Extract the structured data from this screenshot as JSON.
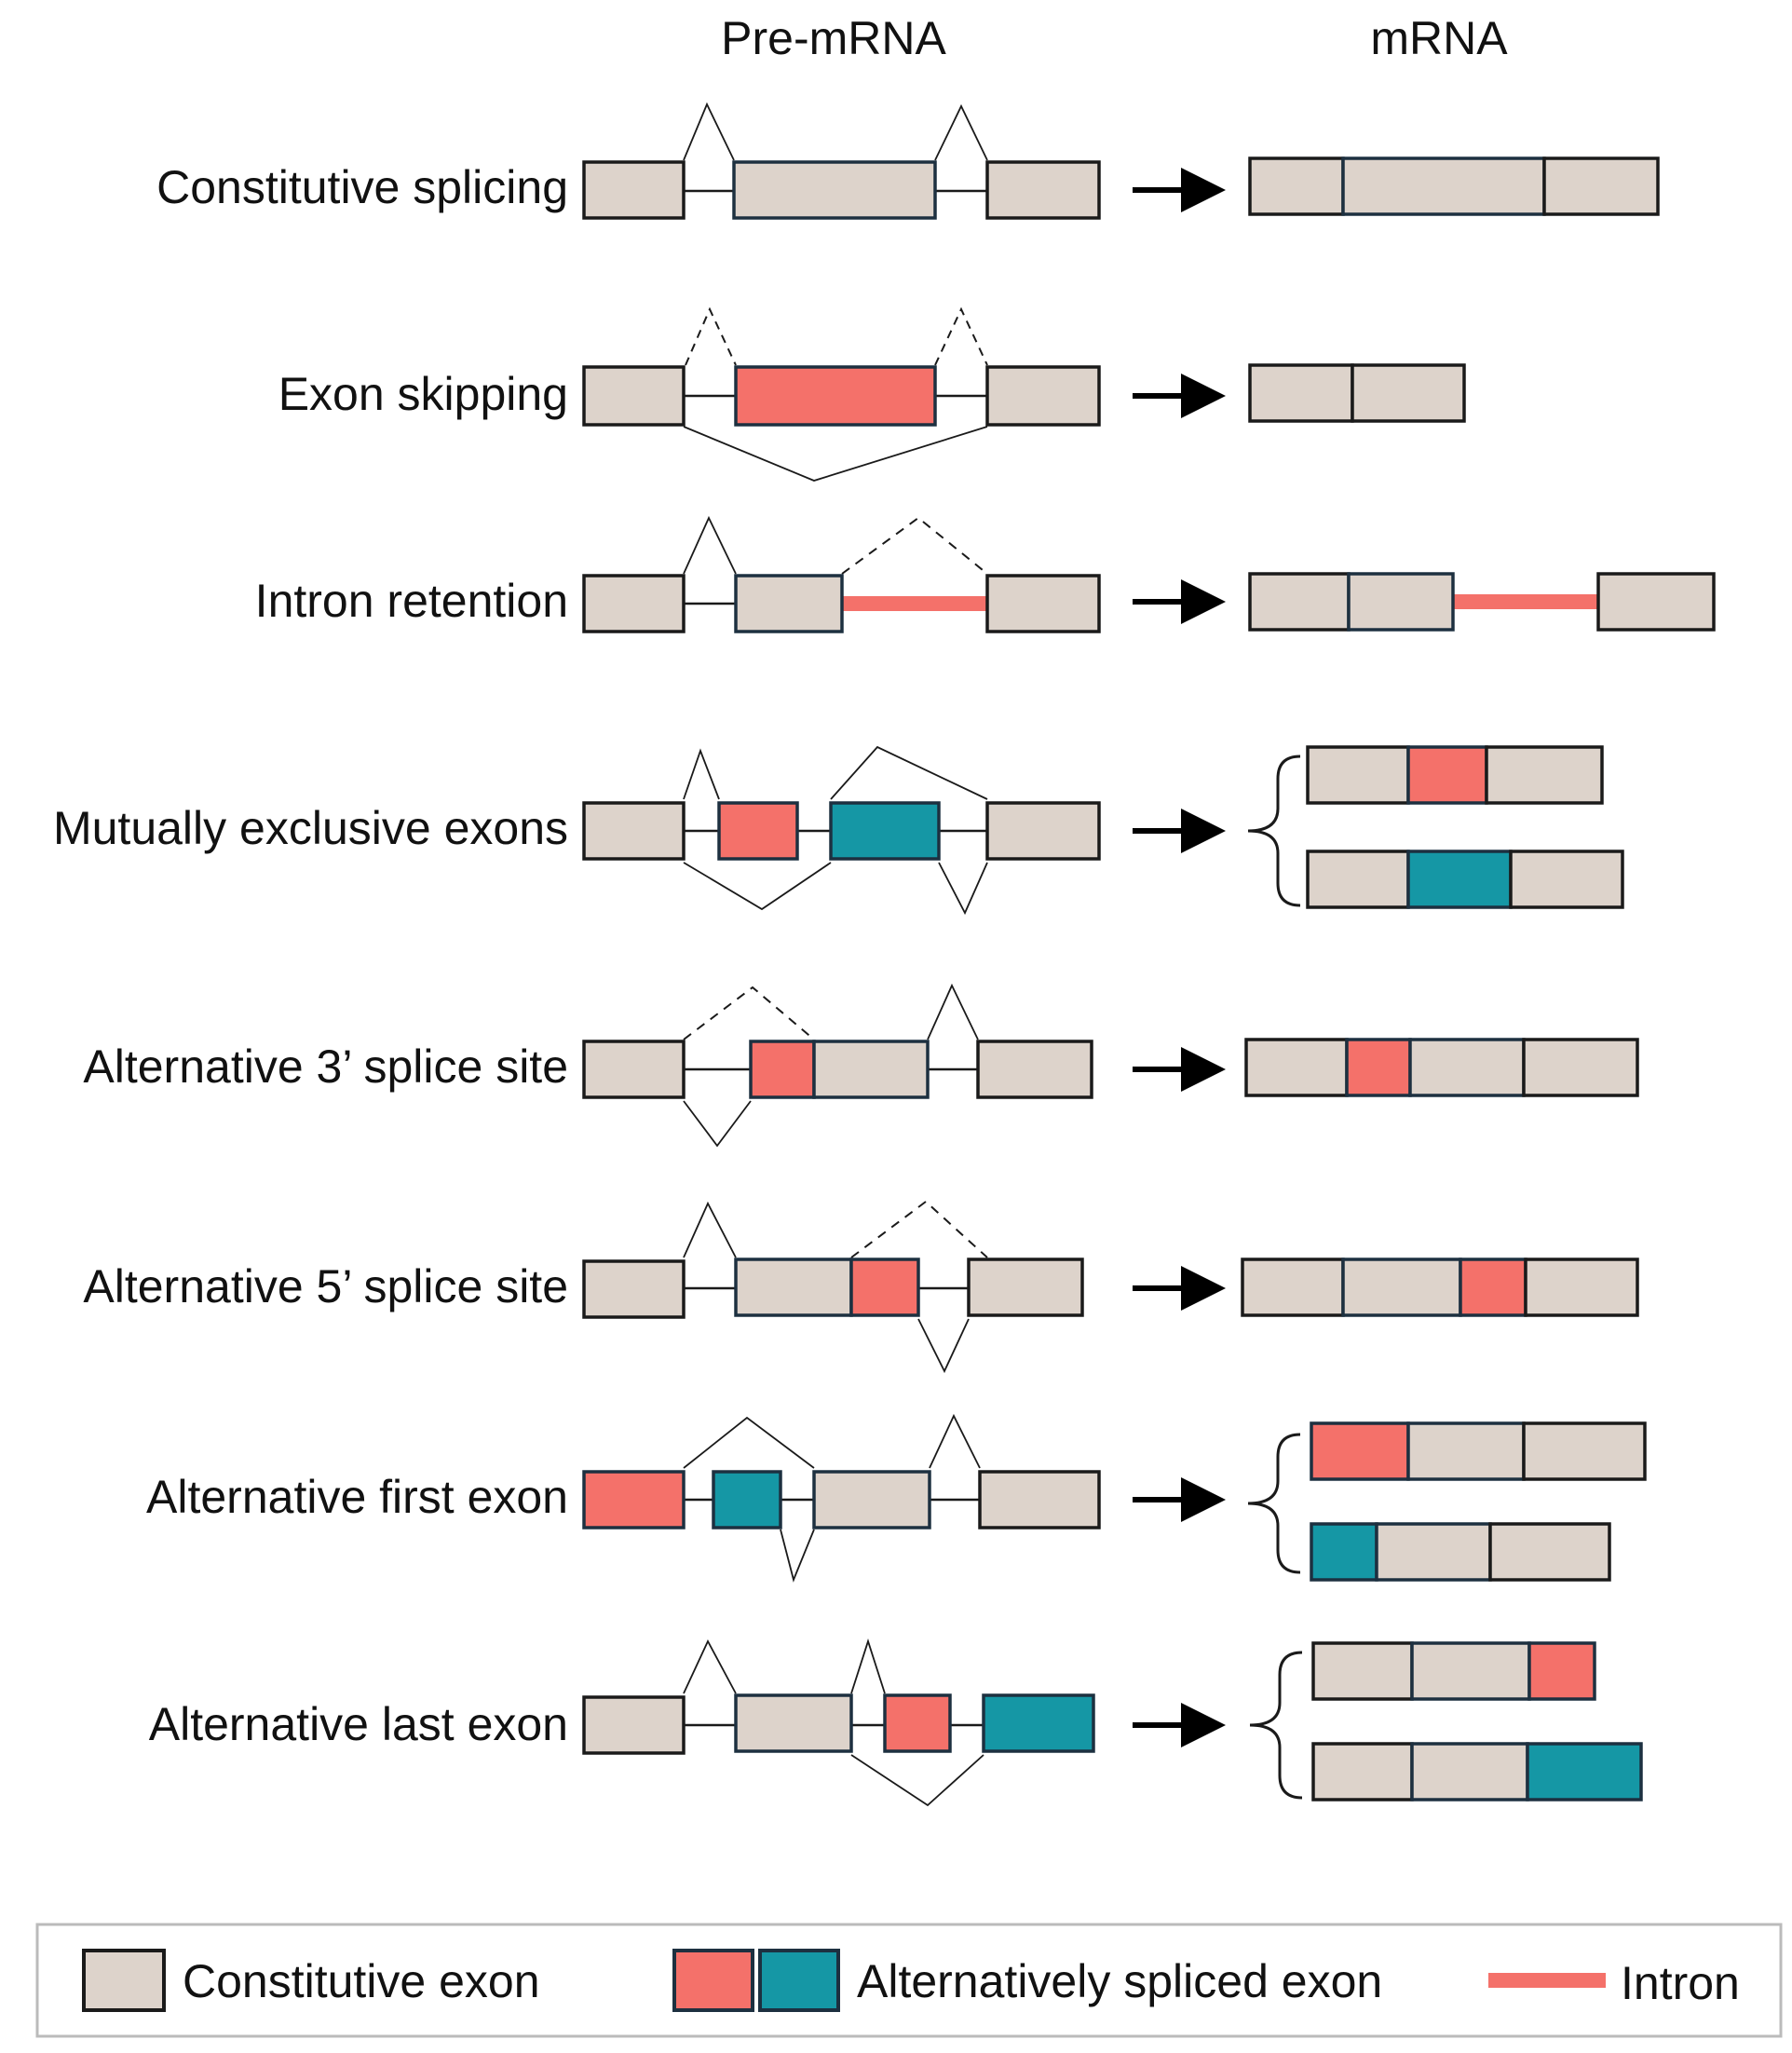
{
  "headers": {
    "pre_mrna": "Pre-mRNA",
    "mrna": "mRNA"
  },
  "colors": {
    "constitutive": "#ddd3cb",
    "alt_red": "#f4716a",
    "alt_teal": "#1597a5",
    "intron": "#f4716a",
    "outline": "#1a1a1a",
    "legend_border": "#bbbbbb"
  },
  "rows": [
    {
      "label": "Constitutive splicing"
    },
    {
      "label": "Exon skipping"
    },
    {
      "label": "Intron retention"
    },
    {
      "label": "Mutually exclusive exons"
    },
    {
      "label": "Alternative 3’ splice site"
    },
    {
      "label": "Alternative 5’ splice site"
    },
    {
      "label": "Alternative first exon"
    },
    {
      "label": "Alternative last exon"
    }
  ],
  "legend": {
    "constitutive_label": "Constitutive exon",
    "alternative_label": "Alternatively spliced exon",
    "intron_label": "Intron"
  }
}
